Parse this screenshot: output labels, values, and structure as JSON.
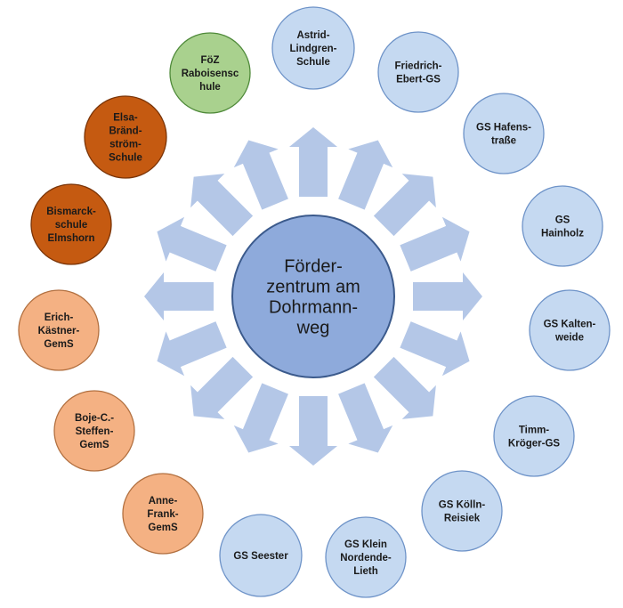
{
  "center": {
    "lines": [
      "Förder-",
      "zentrum am",
      "Dohrmann-",
      "weg"
    ],
    "fill": "#8eaadb",
    "stroke": "#3b5a8c"
  },
  "arrow_color": "#b4c7e7",
  "colors": {
    "blue": {
      "fill": "#c5d9f1",
      "stroke": "#6e93c8",
      "text": "#1a1a1a"
    },
    "green": {
      "fill": "#a9d18e",
      "stroke": "#4f8a3a",
      "text": "#1a1a1a"
    },
    "brown": {
      "fill": "#c55a11",
      "stroke": "#7a3407",
      "text": "#1a1a1a"
    },
    "orange": {
      "fill": "#f4b183",
      "stroke": "#b27040",
      "text": "#1a1a1a"
    }
  },
  "nodes": [
    {
      "id": "astrid-lindgren-schule",
      "lines": [
        "Astrid-",
        "Lindgren-",
        "Schule"
      ],
      "color": "blue"
    },
    {
      "id": "friedrich-ebert-gs",
      "lines": [
        "Friedrich-",
        "Ebert-GS"
      ],
      "color": "blue"
    },
    {
      "id": "gs-hafensstrasse",
      "lines": [
        "GS Hafens-",
        "traße"
      ],
      "color": "blue"
    },
    {
      "id": "gs-hainholz",
      "lines": [
        "GS",
        "Hainholz"
      ],
      "color": "blue"
    },
    {
      "id": "gs-kaltenweide",
      "lines": [
        "GS Kalten-",
        "weide"
      ],
      "color": "blue"
    },
    {
      "id": "timm-kroeger-gs",
      "lines": [
        "Timm-",
        "Kröger-GS"
      ],
      "color": "blue"
    },
    {
      "id": "gs-koelln-reisiek",
      "lines": [
        "GS Kölln-",
        "Reisiek"
      ],
      "color": "blue"
    },
    {
      "id": "gs-klein-nordende-lieth",
      "lines": [
        "GS Klein",
        "Nordende-",
        "Lieth"
      ],
      "color": "blue"
    },
    {
      "id": "gs-seester",
      "lines": [
        "GS Seester"
      ],
      "color": "blue"
    },
    {
      "id": "anne-frank-gems",
      "lines": [
        "Anne-",
        "Frank-",
        "GemS"
      ],
      "color": "orange"
    },
    {
      "id": "boje-c-steffen-gems",
      "lines": [
        "Boje-C.-",
        "Steffen-",
        "GemS"
      ],
      "color": "orange"
    },
    {
      "id": "erich-kaestner-gems",
      "lines": [
        "Erich-",
        "Kästner-",
        "GemS"
      ],
      "color": "orange"
    },
    {
      "id": "bismarckschule-elmshorn",
      "lines": [
        "Bismarck-",
        "schule",
        "Elmshorn"
      ],
      "color": "brown"
    },
    {
      "id": "elsa-braendstroem-schule",
      "lines": [
        "Elsa-",
        "Bränd-",
        "ström-",
        "Schule"
      ],
      "color": "brown"
    },
    {
      "id": "foez-raboisenschule",
      "lines": [
        "FöZ",
        "Raboisensc",
        "hule"
      ],
      "color": "green"
    }
  ]
}
